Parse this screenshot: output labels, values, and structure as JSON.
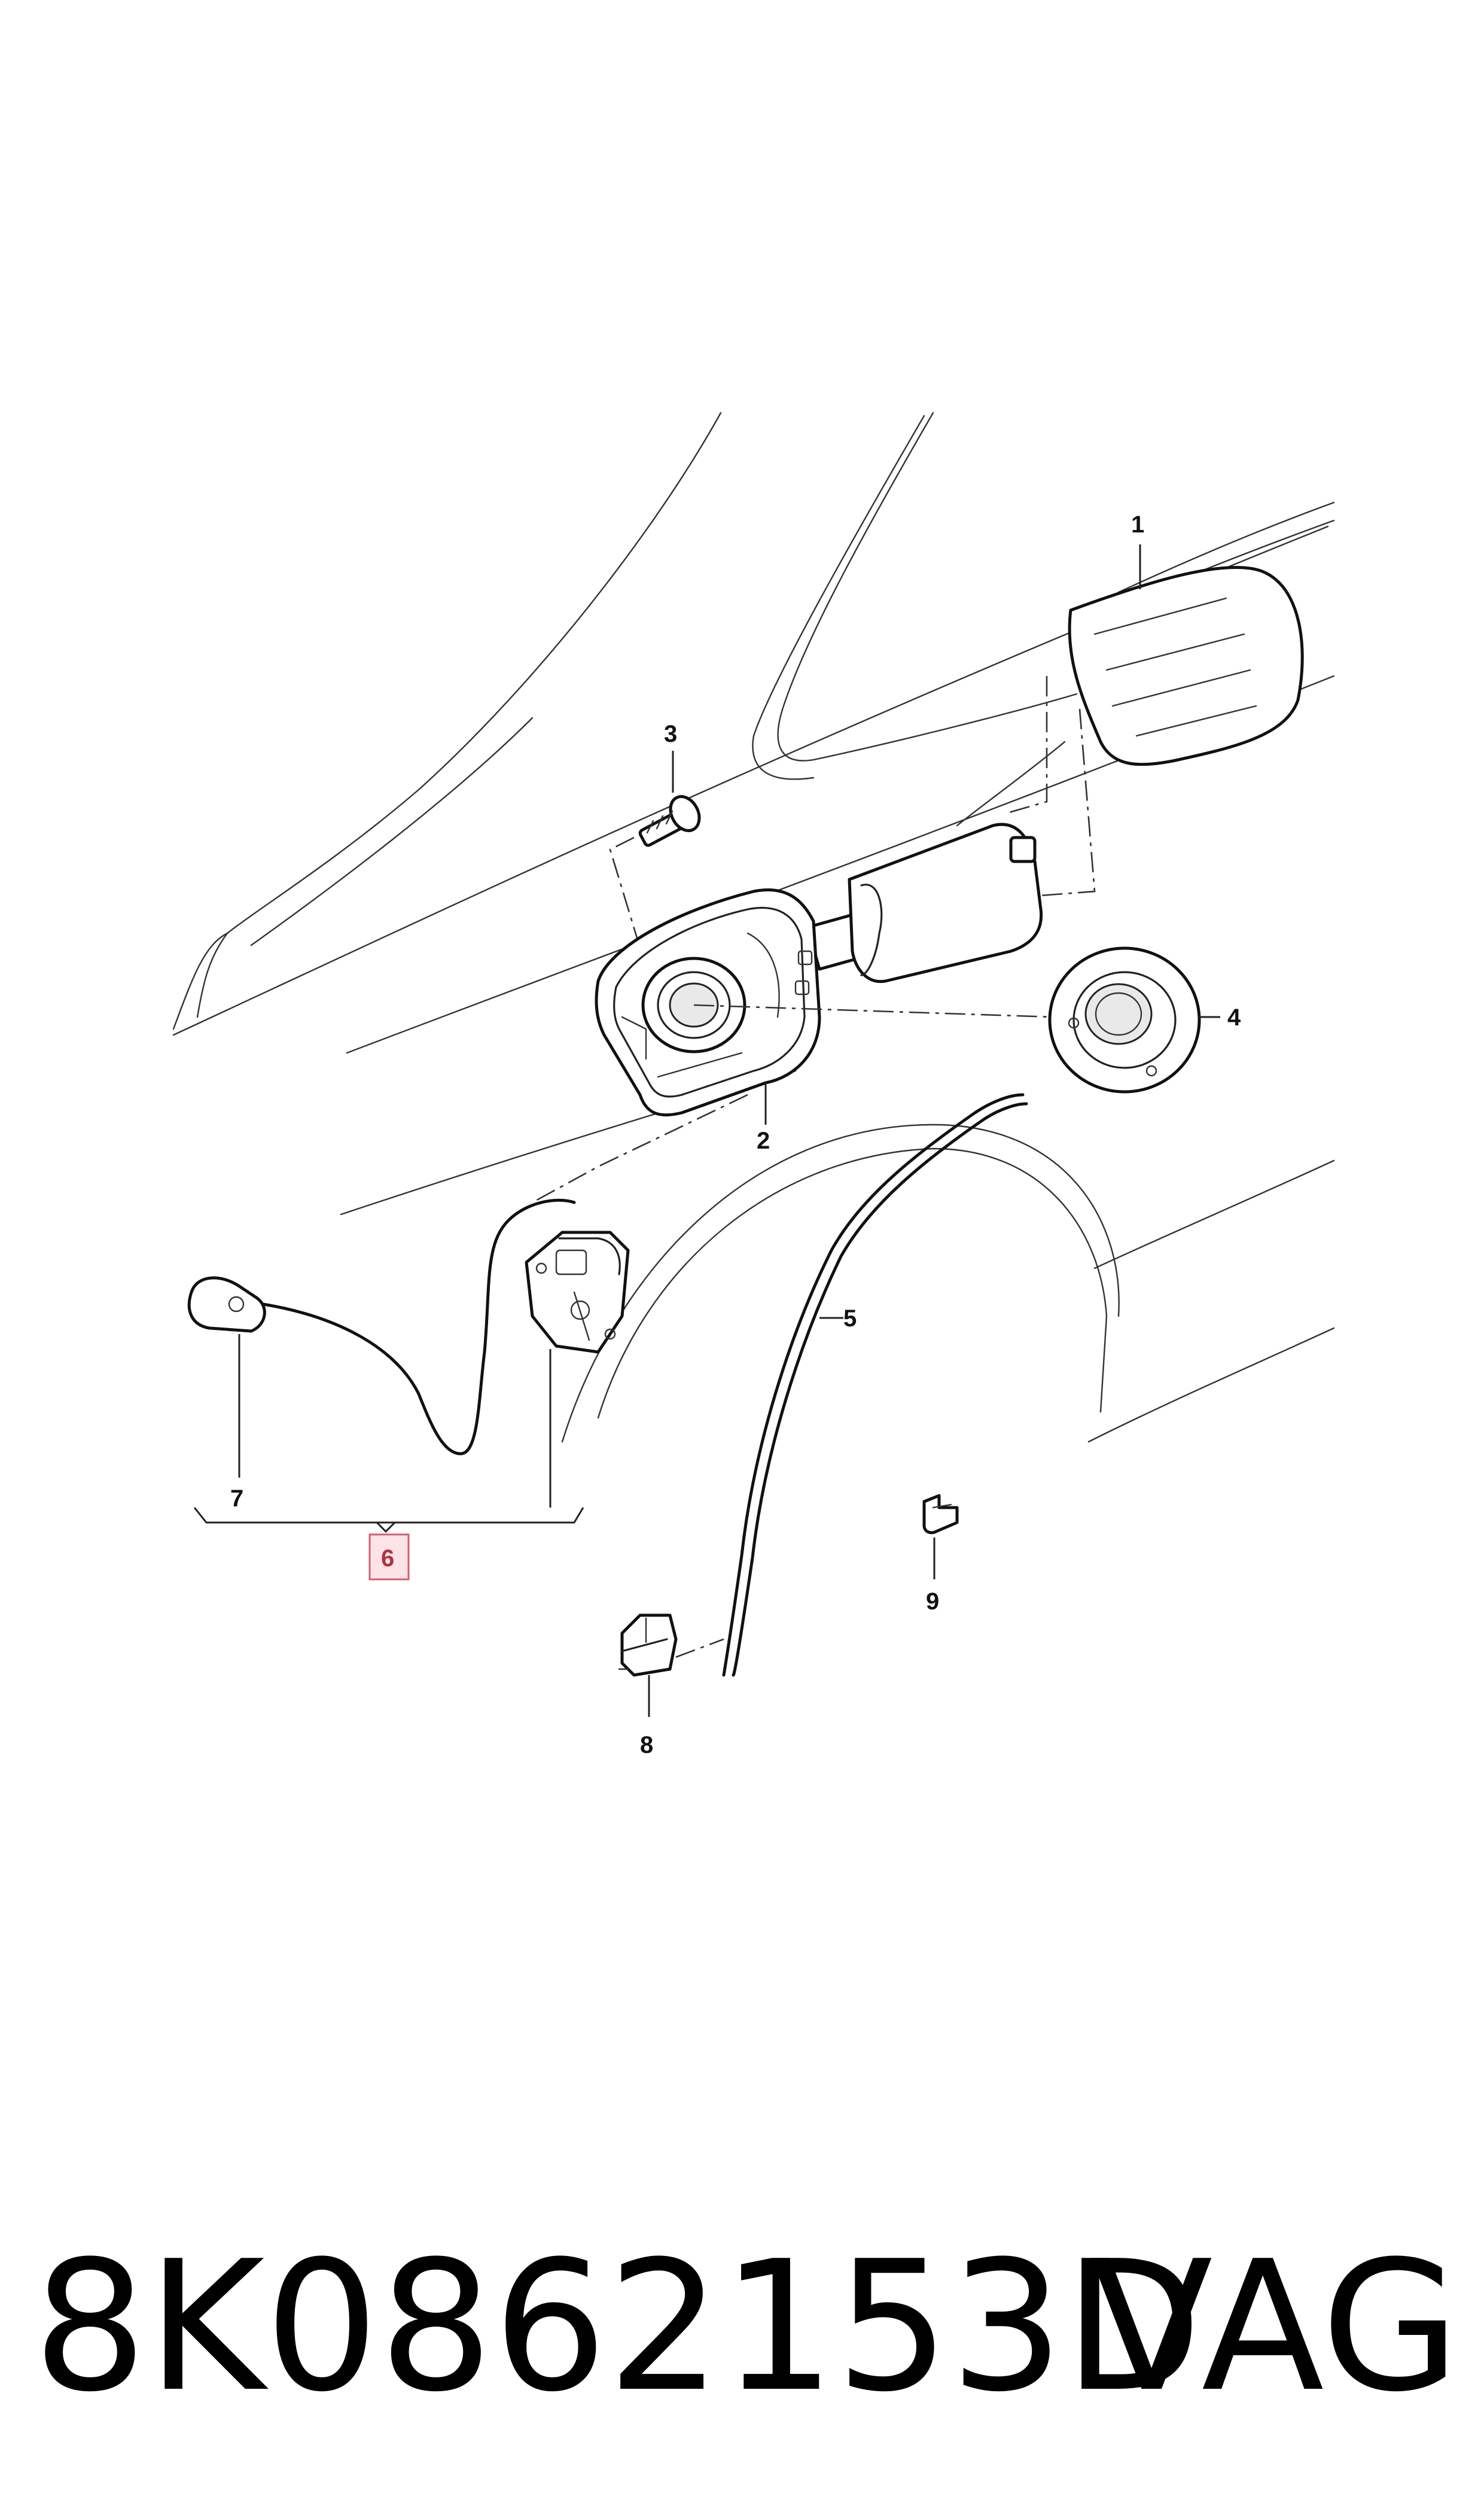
{
  "diagram": {
    "callouts": {
      "c1": "1",
      "c2": "2",
      "c3": "3",
      "c4": "4",
      "c5": "5",
      "c6": "6",
      "c7": "7",
      "c8": "8",
      "c9": "9"
    },
    "highlight_color": "#f4b8c0"
  },
  "footer": {
    "part_number": "8K0862153D",
    "brand": "VAG"
  }
}
